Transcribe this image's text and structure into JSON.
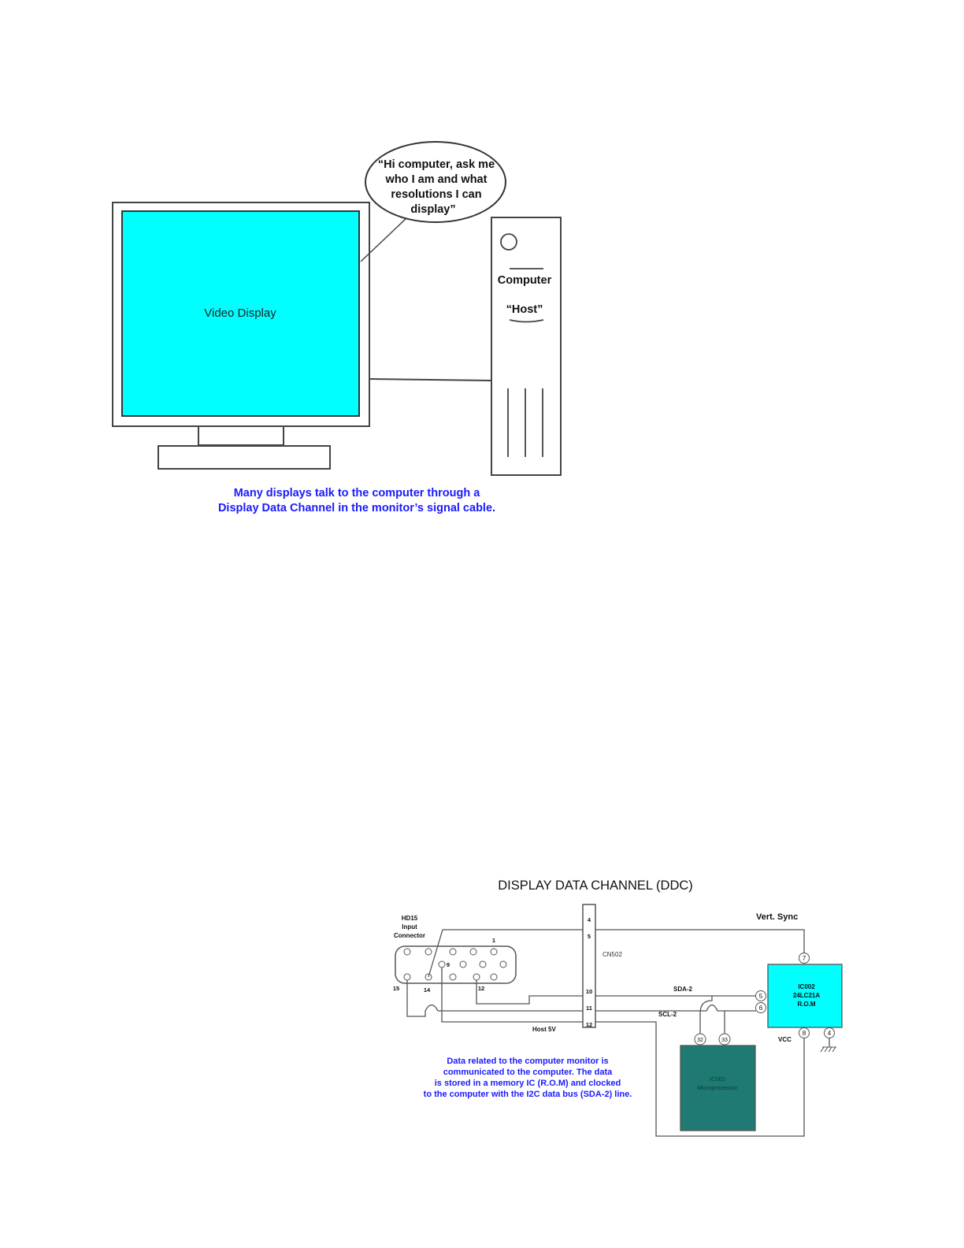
{
  "figure1": {
    "bubble_lines": [
      "“Hi computer, ask me",
      "who I am and what",
      "resolutions I can",
      "display”"
    ],
    "display_label": "Video Display",
    "computer_label": "Computer",
    "host_label": "“Host”",
    "caption_lines": [
      "Many displays talk to the computer through a",
      "Display Data Channel in the monitor’s signal cable."
    ]
  },
  "figure2": {
    "title": "DISPLAY DATA CHANNEL (DDC)",
    "connector_label_lines": [
      "HD15",
      "Input",
      "Connector"
    ],
    "connector_pins": {
      "p1": "1",
      "p9": "9",
      "p12": "12",
      "p14": "14",
      "p15": "15"
    },
    "cn_label": "CN502",
    "cn_pins": [
      "4",
      "5",
      "10",
      "11",
      "12"
    ],
    "vert_sync": "Vert. Sync",
    "sda": "SDA-2",
    "scl": "SCL-2",
    "host5v": "Host 5V",
    "vcc": "VCC",
    "rom_label_lines": [
      "IC002",
      "24LC21A",
      "R.O.M"
    ],
    "rom_pins": {
      "p5": "5",
      "p6": "6",
      "p7": "7",
      "p8": "8",
      "p4": "4"
    },
    "micro_label_lines": [
      "IC001",
      "Microprocessor"
    ],
    "micro_pins": {
      "p32": "32",
      "p33": "33"
    },
    "description_lines": [
      "Data related to the computer monitor is",
      "communicated to the computer. The data",
      "is stored in a memory IC (R.O.M) and clocked",
      "to the computer with the I2C data bus (SDA-2) line."
    ],
    "colors": {
      "rom_fill": "#00ffff",
      "micro_fill": "#1e7a73",
      "caption_blue": "#1a1aff"
    }
  }
}
